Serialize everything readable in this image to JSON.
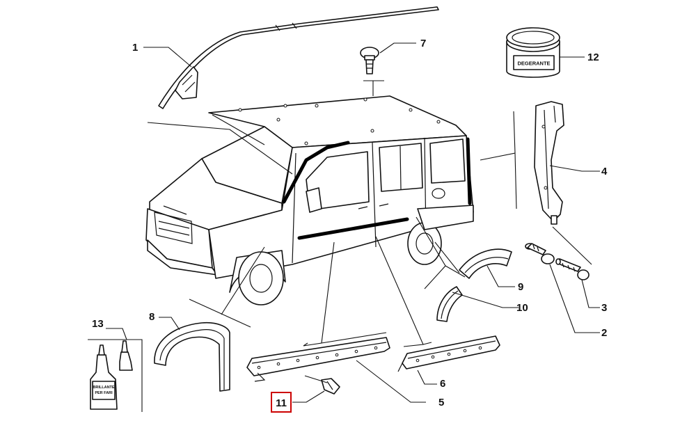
{
  "callouts": {
    "c1": "1",
    "c2": "2",
    "c3": "3",
    "c4": "4",
    "c5": "5",
    "c6": "6",
    "c7": "7",
    "c8": "8",
    "c9": "9",
    "c10": "10",
    "c11": "11",
    "c12": "12",
    "c13": "13"
  },
  "product_labels": {
    "degreaser_jar": "DEGERANTE",
    "bottle_line1": "BRILLANTE",
    "bottle_line2": "PER FARI"
  },
  "colors": {
    "line": "#111111",
    "highlight_box": "#cc0000",
    "background": "#ffffff"
  }
}
